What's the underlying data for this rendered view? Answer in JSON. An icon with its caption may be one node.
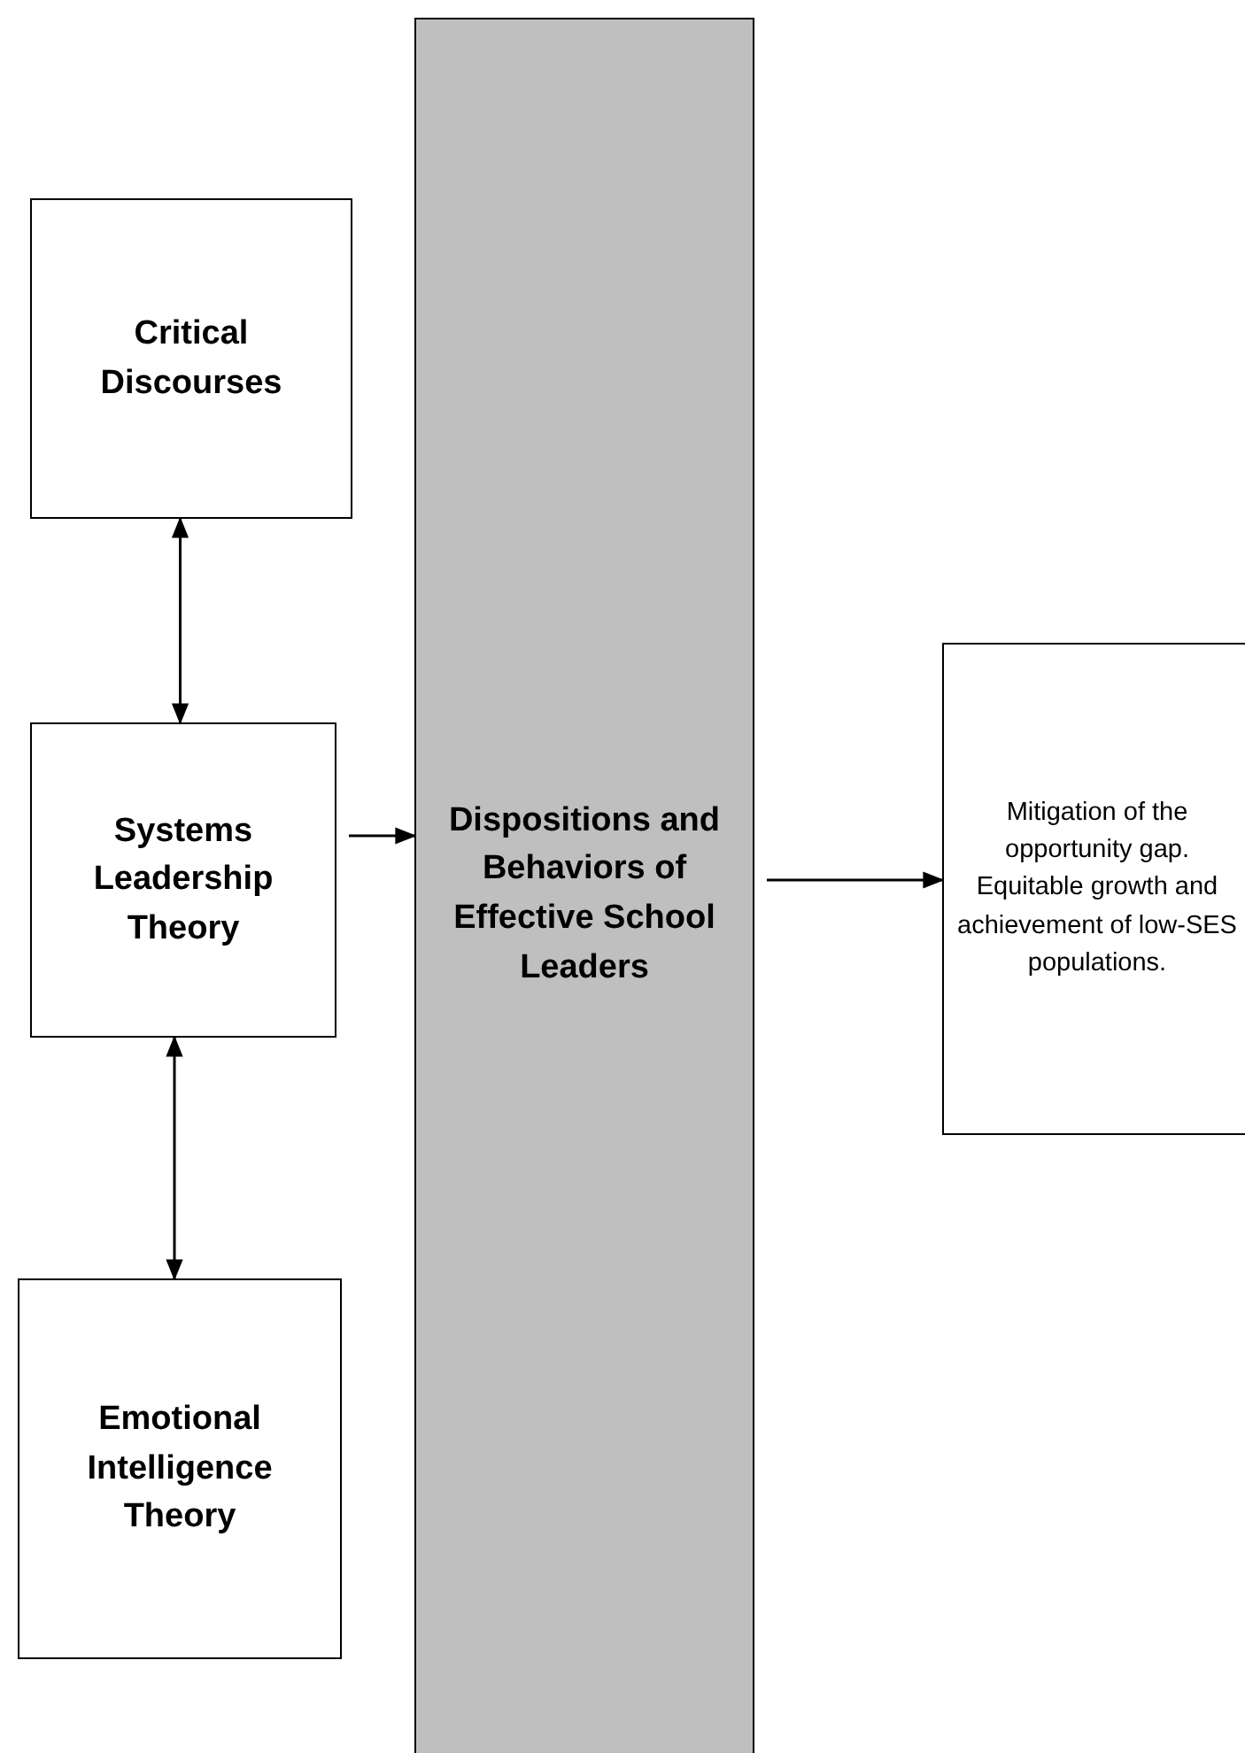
{
  "diagram": {
    "nodes": [
      {
        "text": [
          "Critical Discourses"
        ]
      },
      {
        "text": [
          "Systems Leadership Theory"
        ]
      },
      {
        "text": [
          "Emotional Intelligence Theory"
        ]
      },
      {
        "text": [
          "Dispositions and Behaviors of Effective School Leaders"
        ]
      },
      {
        "text": [
          "Mitigation of the opportunity gap. Equitable growth and achievement of low-SES populations."
        ]
      }
    ],
    "edges": [
      {
        "from": 0,
        "to": 1,
        "arrow": "both"
      },
      {
        "from": 1,
        "to": 2,
        "arrow": "both"
      },
      {
        "from": 1,
        "to": 3,
        "arrow": "to"
      },
      {
        "from": 3,
        "to": 4,
        "arrow": "to"
      }
    ]
  }
}
